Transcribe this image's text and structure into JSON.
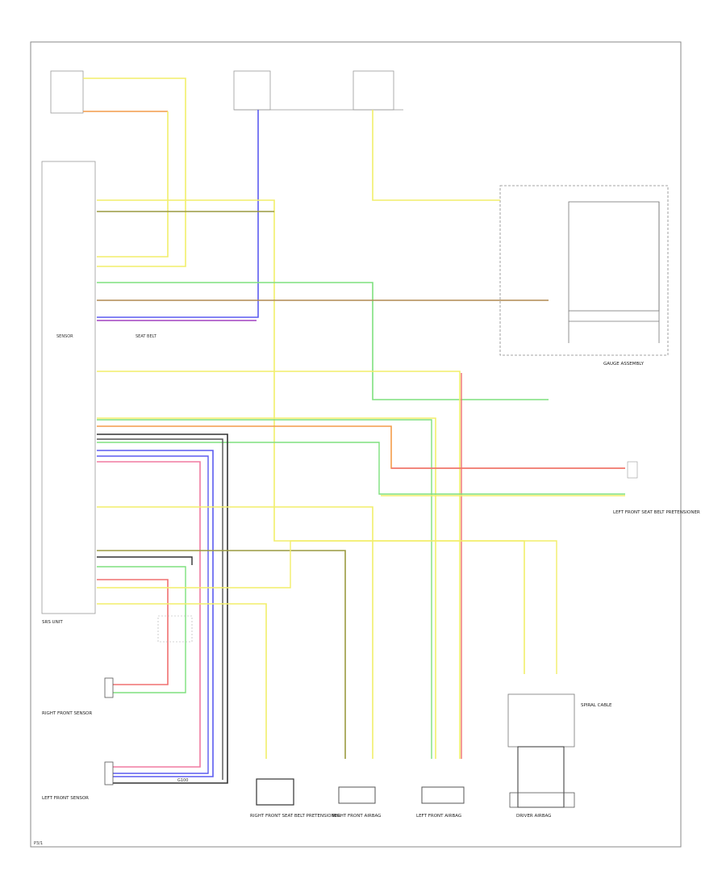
{
  "labels": {
    "sensor": "SENSOR",
    "seat_belt_label": "SEAT BELT",
    "ground": "G100",
    "page_code": "P3/1"
  },
  "captions": {
    "right_front_sensor": "RIGHT FRONT SENSOR",
    "left_front_sensor": "LEFT FRONT SENSOR",
    "srs_unit": "SRS UNIT",
    "gauge_assembly": "GAUGE ASSEMBLY",
    "right_front_seat_belt_pretensioner": "RIGHT FRONT SEAT BELT PRETENSIONER",
    "left_front_seat_belt_pretensioner": "LEFT FRONT SEAT BELT PRETENSIONER",
    "right_front_airbag": "RIGHT FRONT AIRBAG",
    "left_front_airbag": "LEFT FRONT AIRBAG",
    "spiral_cable": "SPIRAL CABLE",
    "driver_airbag": "DRIVER AIRBAG"
  },
  "colors": {
    "frame": "#888888",
    "yellow": "#f2ee6a",
    "orange": "#f39c4a",
    "blue": "#5b5bf0",
    "purple": "#a040c0",
    "green": "#7ee07e",
    "olive": "#9a9a40",
    "brown": "#b08a50",
    "red": "#f07070",
    "pink": "#f07aa0",
    "dark": "#333333"
  }
}
